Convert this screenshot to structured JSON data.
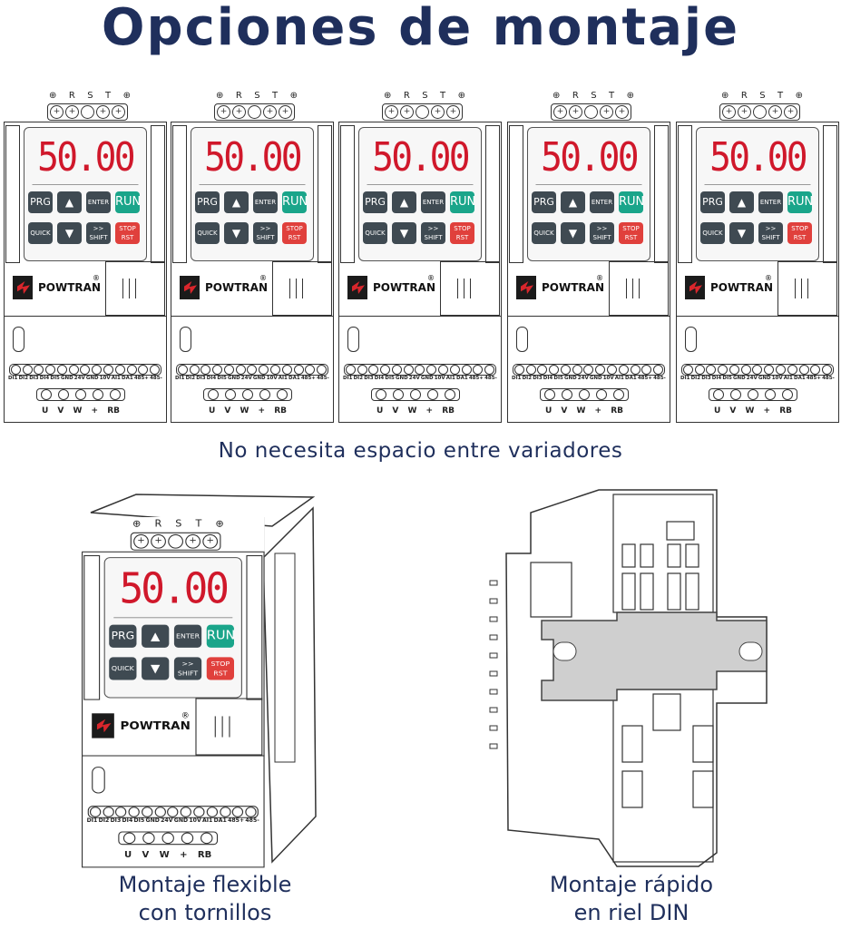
{
  "title": "Opciones de montaje",
  "subtitle": "No necesita espacio entre variadores",
  "captions": {
    "left": [
      "Montaje flexible",
      "con tornillos"
    ],
    "right": [
      "Montaje rápido",
      "en riel DIN"
    ]
  },
  "device": {
    "top_terminals": [
      "⊕",
      "R",
      "S",
      "T",
      "⊕"
    ],
    "display": "50.00",
    "buttons": {
      "prg": "PRG",
      "up": "▲",
      "enter": "ENTER",
      "run": "RUN",
      "quick": "QUICK",
      "down": "▼",
      "shift_top": ">>",
      "shift": "SHIFT",
      "stop": "STOP",
      "rst": "RST"
    },
    "brand": "POWTRAN",
    "registered": "®",
    "control_terminals": [
      "DI1",
      "DI2",
      "DI3",
      "DI4",
      "DI5",
      "GND",
      "24V",
      "GND",
      "10V",
      "AI1",
      "DA1",
      "485+",
      "485-"
    ],
    "power_terminals": [
      "U",
      "V",
      "W",
      "+",
      "RB"
    ]
  },
  "colors": {
    "text": "#1f2f5c",
    "display": "#d0182b",
    "run": "#1aa58a",
    "stop": "#e0403c",
    "key": "#3f4a52",
    "din_rail": "#cfcfcf"
  }
}
